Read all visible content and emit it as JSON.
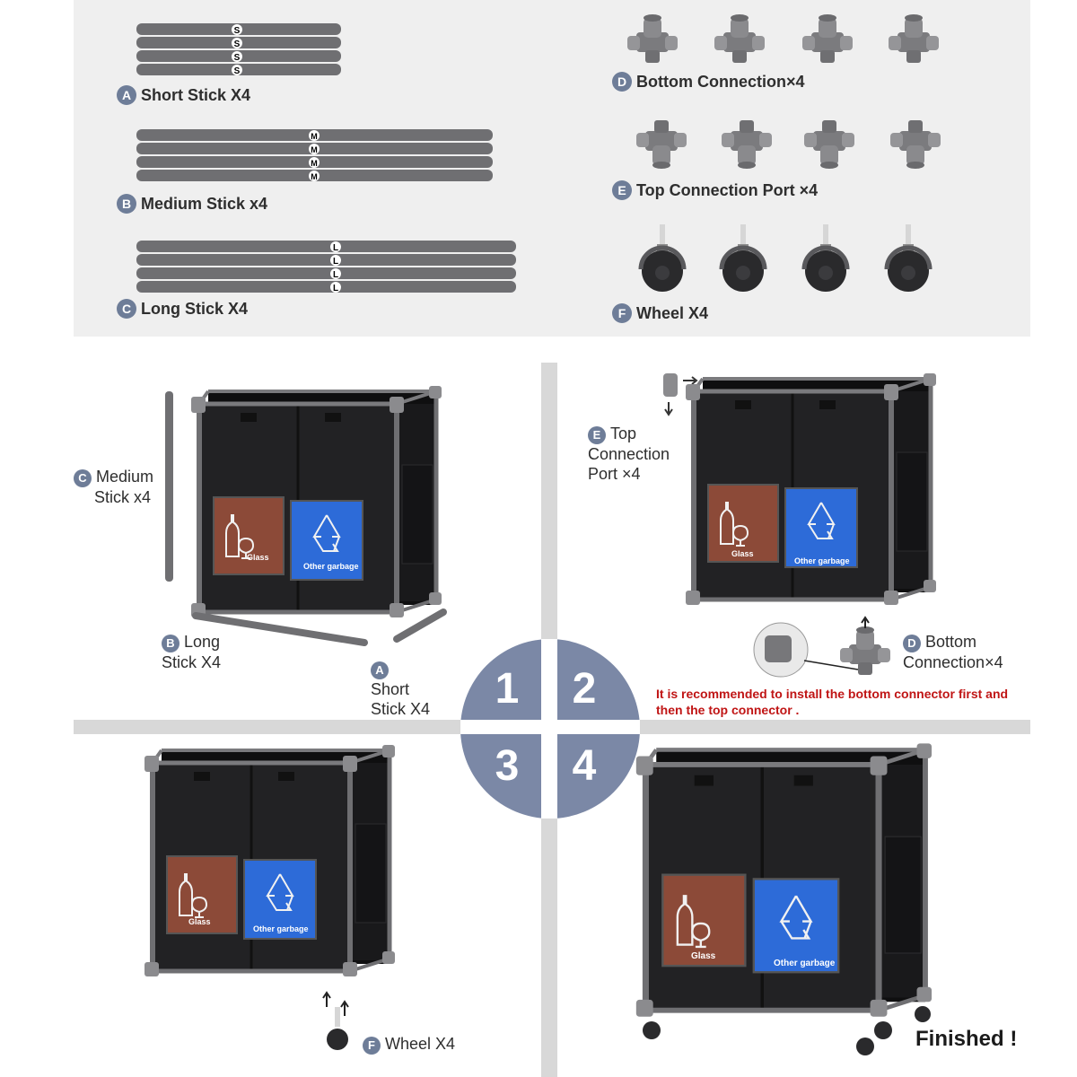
{
  "parts": {
    "a": {
      "letter": "A",
      "name": "Short Stick X4",
      "marks": [
        "S",
        "S",
        "S",
        "S"
      ]
    },
    "b": {
      "letter": "B",
      "name": "Medium Stick x4",
      "marks": [
        "M",
        "M",
        "M",
        "M"
      ]
    },
    "c": {
      "letter": "C",
      "name": "Long Stick X4",
      "marks": [
        "L",
        "L",
        "L",
        "L"
      ]
    },
    "d": {
      "letter": "D",
      "name": "Bottom Connection×4"
    },
    "e": {
      "letter": "E",
      "name": "Top Connection Port ×4"
    },
    "f": {
      "letter": "F",
      "name": "Wheel X4"
    }
  },
  "steps": {
    "numbers": [
      "1",
      "2",
      "3",
      "4"
    ],
    "s1": {
      "c_letter": "C",
      "c_line1": "Medium",
      "c_line2": "Stick x4",
      "b_letter": "B",
      "b_line1": "Long",
      "b_line2": "Stick X4",
      "a_letter": "A",
      "a_line1": "Short",
      "a_line2": "Stick X4"
    },
    "s2": {
      "e_letter": "E",
      "e_line1": "Top",
      "e_line2": "Connection",
      "e_line3": "Port ×4",
      "d_letter": "D",
      "d_line1": "Bottom",
      "d_line2": "Connection×4",
      "note": "It is recommended to install the bottom connector first and then the top connector ."
    },
    "s3": {
      "f_letter": "F",
      "f_name": "Wheel X4"
    },
    "s4": {
      "finished": "Finished !"
    }
  },
  "bin_labels": {
    "left": "Glass",
    "right": "Other garbage"
  },
  "colors": {
    "panel": "#efefef",
    "badge": "#6e7d98",
    "stick": "#6f6f72",
    "bin": "#1e1e20",
    "glass": "#8c4a38",
    "other": "#2d6bd8",
    "note": "#c01515"
  }
}
